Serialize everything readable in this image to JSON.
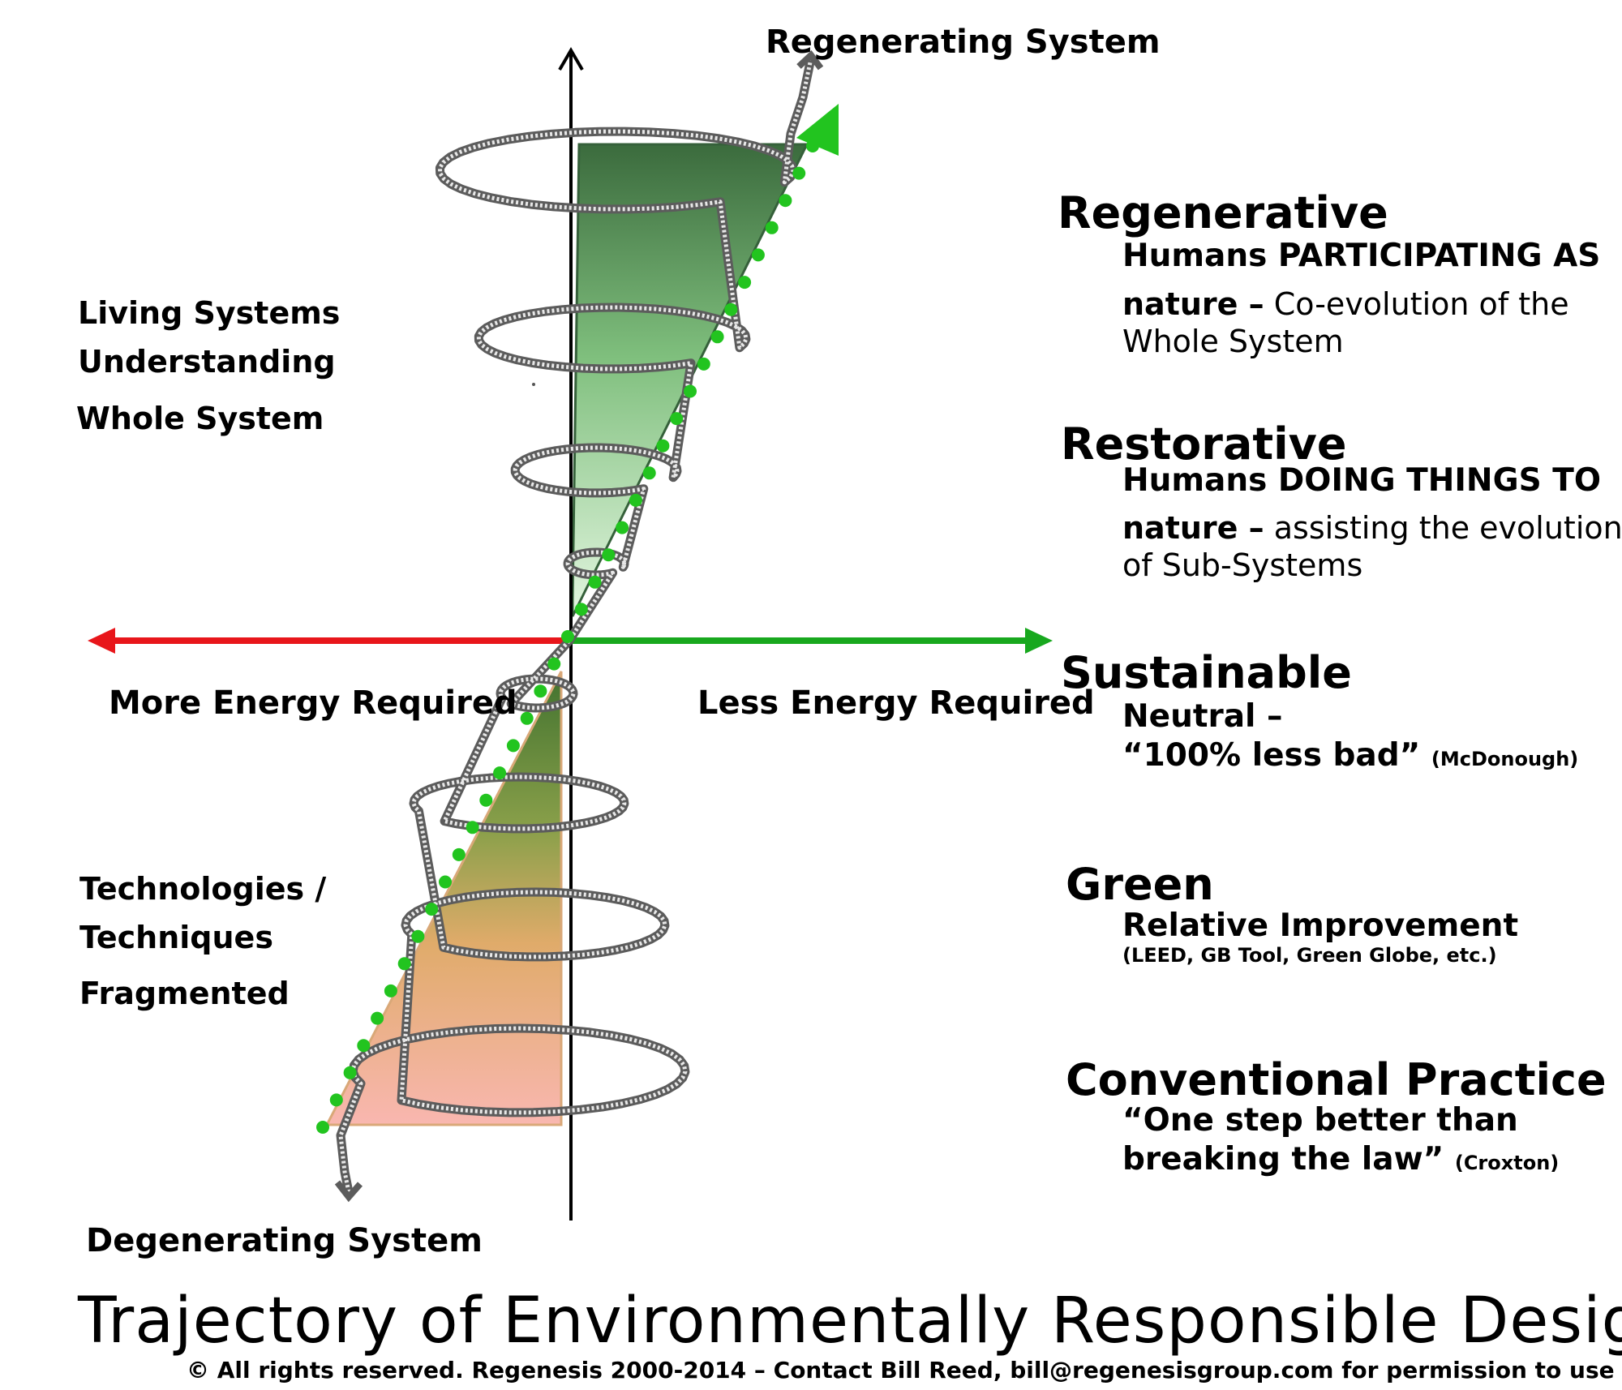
{
  "labels": {
    "regenerating_system": "Regenerating System",
    "degenerating_system": "Degenerating System",
    "more_energy": "More Energy Required",
    "less_energy": "Less Energy Required",
    "living_systems": [
      "Living Systems",
      "Understanding",
      "Whole System"
    ],
    "technologies": [
      "Technologies /",
      "Techniques",
      "Fragmented"
    ]
  },
  "stages": {
    "regenerative": {
      "title": "Regenerative",
      "line1": "Humans PARTICIPATING AS",
      "line2_bold": "nature –",
      "line2_rest": " Co-evolution of the",
      "line3": "Whole System"
    },
    "restorative": {
      "title": "Restorative",
      "line1": "Humans DOING THINGS TO",
      "line2_bold": "nature –",
      "line2_rest": " assisting the evolution",
      "line3": "of Sub-Systems"
    },
    "sustainable": {
      "title": "Sustainable",
      "line1": "Neutral –",
      "line2": "“100% less bad”",
      "note": "(McDonough)"
    },
    "green": {
      "title": "Green",
      "line1": "Relative Improvement",
      "note": "(LEED, GB Tool, Green Globe, etc.)"
    },
    "conventional": {
      "title": "Conventional Practice",
      "line1": "“One step better than",
      "line2": "breaking the law”",
      "note": "(Croxton)"
    }
  },
  "title": "Trajectory of Environmentally Responsible Design",
  "copyright": "© All rights reserved.  Regenesis 2000-2014 – Contact Bill Reed, bill@regenesisgroup.com for permission to use",
  "colors": {
    "red_arrow": "#e8161b",
    "green_arrow": "#18a81e",
    "dots": "#22c41f",
    "upper_triangle_dark": "#3a6a3c",
    "upper_triangle_light": "#cfeecb",
    "lower_triangle_top": "#4f7a35",
    "lower_triangle_mid": "#d9a860",
    "lower_triangle_bottom": "#f7b8b0",
    "spiral_outline": "#6e6e6e"
  }
}
